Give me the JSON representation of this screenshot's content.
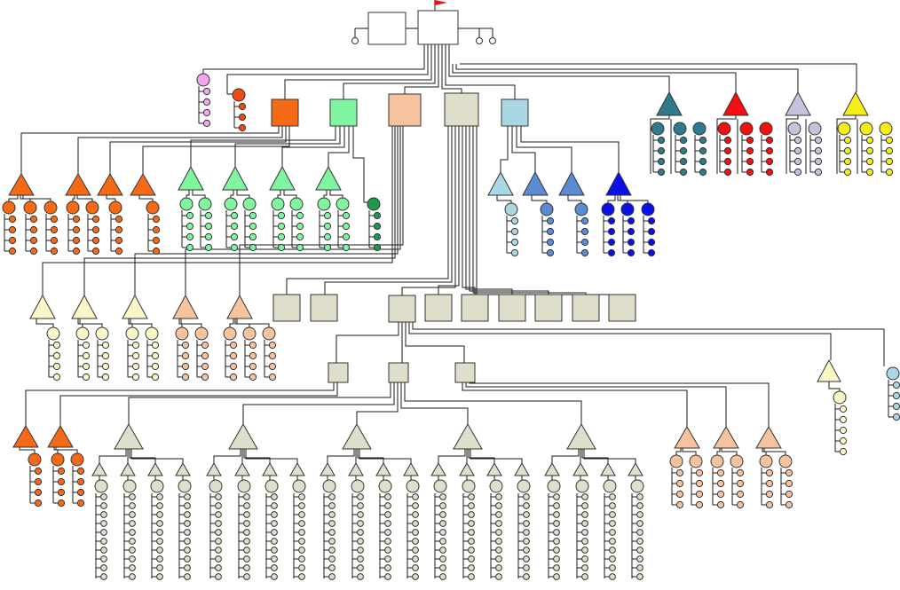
{
  "diagram": {
    "kind": "organization-tree",
    "labels": [],
    "palette": {
      "line": "#1a1a1a",
      "outline": "#333333",
      "root_box": "#ffffff",
      "root_flag": "#e8101a",
      "orange": "#f56a16",
      "mint": "#80f5a0",
      "mint_dark": "#1f9a4c",
      "peach": "#f7c39f",
      "khaki": "#dedecb",
      "light_blue": "#a9d7e3",
      "steel_blue": "#5b8bd3",
      "blue": "#0a10e6",
      "teal": "#2f7a8c",
      "red": "#f21010",
      "lavender": "#c6c2dc",
      "yellow": "#f6ee1a",
      "cream": "#fbf6c7",
      "pink": "#f3a7ef",
      "red_orange": "#f24a12"
    },
    "groups": [
      {
        "shape": "box",
        "color": "orange"
      },
      {
        "shape": "box",
        "color": "mint"
      },
      {
        "shape": "box",
        "color": "peach"
      },
      {
        "shape": "box",
        "color": "khaki"
      },
      {
        "shape": "box",
        "color": "light_blue"
      },
      {
        "shape": "triangle",
        "color": "teal"
      },
      {
        "shape": "triangle",
        "color": "red"
      },
      {
        "shape": "triangle",
        "color": "lavender"
      },
      {
        "shape": "triangle",
        "color": "yellow"
      }
    ]
  }
}
